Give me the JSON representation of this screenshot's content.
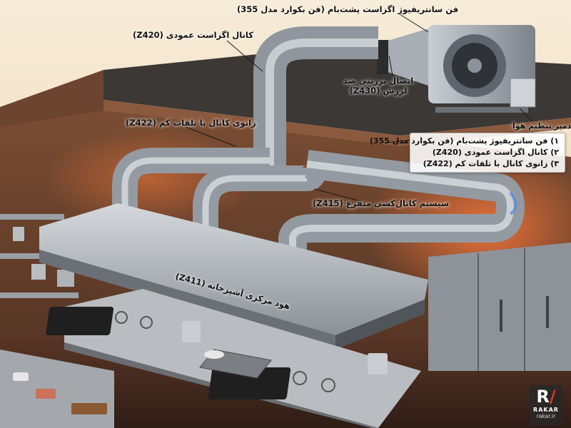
{
  "labels": {
    "fan": "فن سانتریفیوژ اگزاست پشت‌بام (فن بکوارد مدل 355)",
    "vertical_duct": "کانال اگزاست عمودی (Z420)",
    "connector": "اتصال برزنتی ضد لرزش (Z430)",
    "damper": "دمپر تنظیم هوا",
    "elbow": "زانوی کانال با تلفات کم (Z422)",
    "branch_system": "سیستم کانال‌کشی متفرع (Z415)",
    "hood": "هود مرکزی آشپزخانه (Z411)"
  },
  "legend": {
    "items": [
      "۱) فن سانتریفیوژ پشت‌بام (فن بکوارد مدل 355)",
      "۲) کانال اگزاست عمودی (Z420)",
      "۳) زانوی کانال با تلفات کم (Z422)"
    ]
  },
  "logo": {
    "brand": "RAKAR",
    "site": "rakar.ir"
  },
  "colors": {
    "duct_light": "#e8edf2",
    "duct_mid": "#9aa3ad",
    "duct_dark": "#4f565e",
    "wall": "#8a5a3c",
    "roof": "#3c3936",
    "glow": "#e8623a",
    "sky": "#f4e6cf"
  }
}
